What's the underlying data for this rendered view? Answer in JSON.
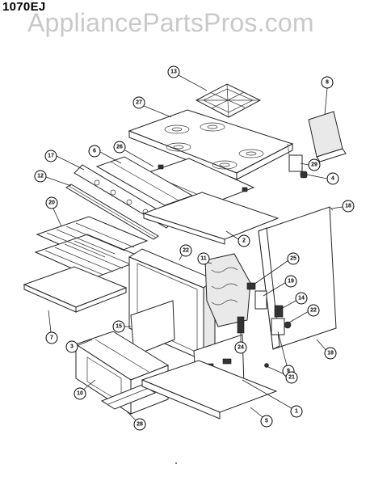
{
  "header": {
    "model": "1070EJ",
    "watermark": "AppliancePartsPros.com"
  },
  "callouts": [
    {
      "id": "c13",
      "label": "13"
    },
    {
      "id": "c8",
      "label": "8"
    },
    {
      "id": "c27",
      "label": "27"
    },
    {
      "id": "c26",
      "label": "26"
    },
    {
      "id": "c6",
      "label": "6"
    },
    {
      "id": "c17",
      "label": "17"
    },
    {
      "id": "c12",
      "label": "12"
    },
    {
      "id": "c29",
      "label": "29"
    },
    {
      "id": "c4",
      "label": "4"
    },
    {
      "id": "c20",
      "label": "20"
    },
    {
      "id": "c18a",
      "label": "18"
    },
    {
      "id": "c2",
      "label": "2"
    },
    {
      "id": "c22a",
      "label": "22"
    },
    {
      "id": "c11",
      "label": "11"
    },
    {
      "id": "c25",
      "label": "25"
    },
    {
      "id": "c19",
      "label": "19"
    },
    {
      "id": "c14",
      "label": "14"
    },
    {
      "id": "c22b",
      "label": "22"
    },
    {
      "id": "c7",
      "label": "7"
    },
    {
      "id": "c15",
      "label": "15"
    },
    {
      "id": "c3",
      "label": "3"
    },
    {
      "id": "c24",
      "label": "24"
    },
    {
      "id": "c9",
      "label": "9"
    },
    {
      "id": "c18b",
      "label": "18"
    },
    {
      "id": "c21",
      "label": "21"
    },
    {
      "id": "c10",
      "label": "10"
    },
    {
      "id": "c1",
      "label": "1"
    },
    {
      "id": "c5",
      "label": "5"
    },
    {
      "id": "c28",
      "label": "28"
    }
  ]
}
